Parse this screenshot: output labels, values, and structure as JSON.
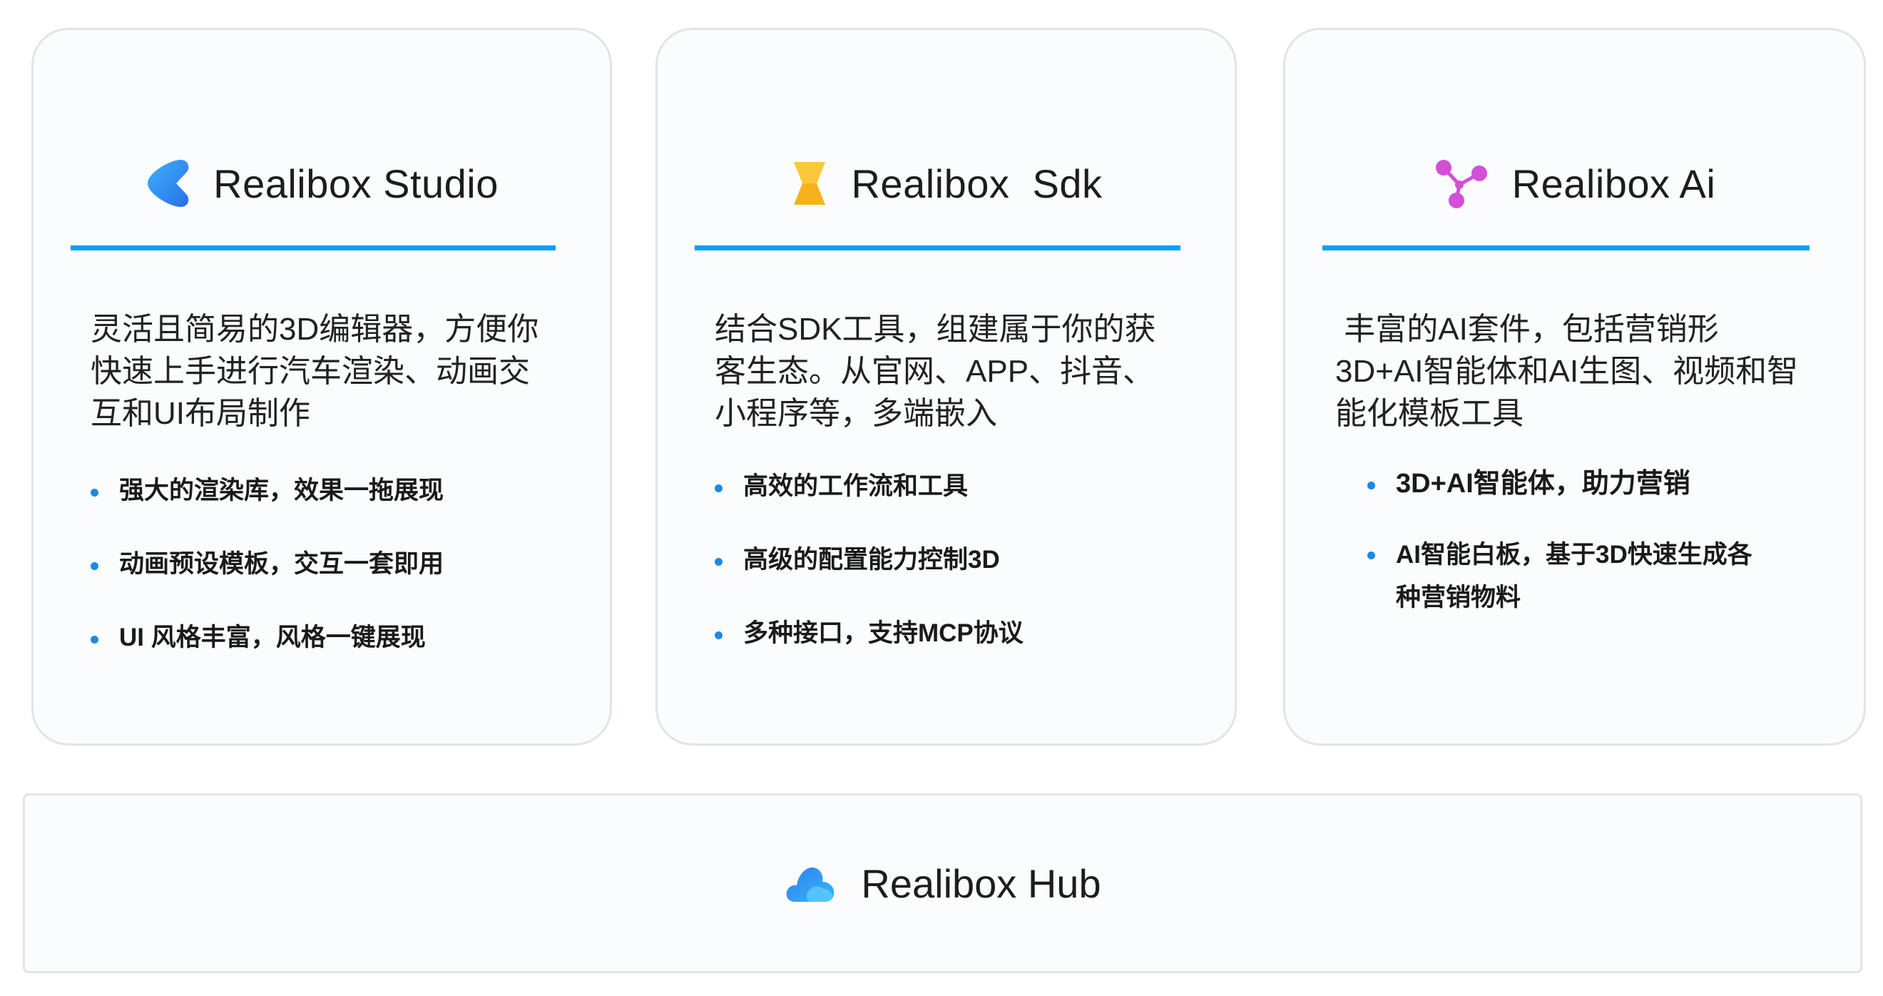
{
  "cards": [
    {
      "title": "Realibox Studio",
      "icon": "studio-logo-icon",
      "description": "灵活且简易的3D编辑器，方便你快速上手进行汽车渲染、动画交互和UI布局制作",
      "bullets": [
        "强大的渲染库，效果一拖展现",
        "动画预设模板，交互一套即用",
        "UI 风格丰富，风格一键展现"
      ]
    },
    {
      "title": "Realibox  Sdk",
      "icon": "sdk-logo-icon",
      "description": "结合SDK工具，组建属于你的获客生态。从官网、APP、抖音、小程序等，多端嵌入",
      "bullets": [
        "高效的工作流和工具",
        "高级的配置能力控制3D",
        "多种接口，支持MCP协议"
      ]
    },
    {
      "title": "Realibox Ai",
      "icon": "ai-logo-icon",
      "description": " 丰富的AI套件，包括营销形3D+AI智能体和AI生图、视频和智能化模板工具",
      "bullets": [
        "3D+AI智能体，助力营销",
        "AI智能白板，基于3D快速生成各种营销物料"
      ]
    }
  ],
  "hub": {
    "title": "Realibox Hub",
    "icon": "hub-cloud-icon"
  },
  "colors": {
    "accent_rule": "#0aa0f6",
    "bullet": "#1e88e5",
    "card_bg": "#fbfcfe",
    "border": "#e2e4e8"
  }
}
